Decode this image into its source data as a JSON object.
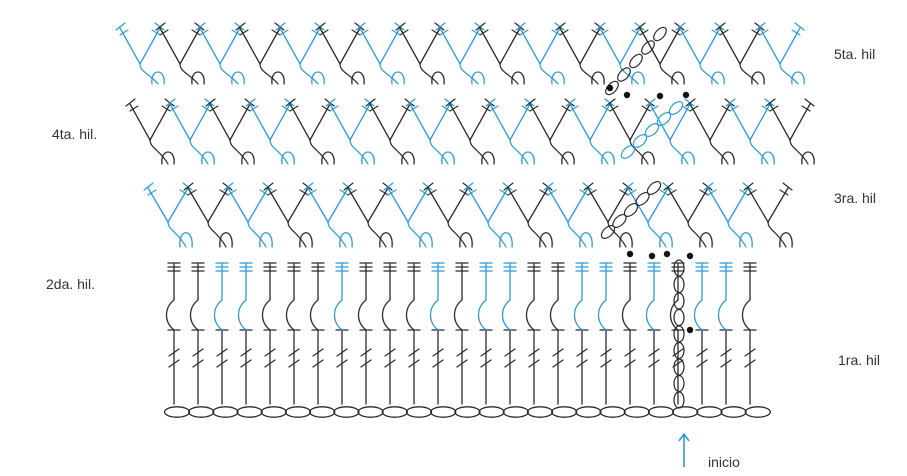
{
  "labels": {
    "row5": "5ta. hil",
    "row4": "4ta. hil.",
    "row3": "3ra. hil",
    "row2": "2da. hil.",
    "row1": "1ra. hil",
    "start": "inicio"
  },
  "colors": {
    "ink": "#2b2b2b",
    "accent": "#2f9ad6",
    "background": "#ffffff"
  },
  "symbols": {
    "foundation_chain": "oval-chain",
    "row1_stitch": "double-crochet",
    "row2_stitch": "post-stitch",
    "rows3to5_stitch": "crossed-cluster",
    "turning_chain": "vertical-chain",
    "markers": "dots",
    "start_marker": "up-arrow-icon"
  }
}
